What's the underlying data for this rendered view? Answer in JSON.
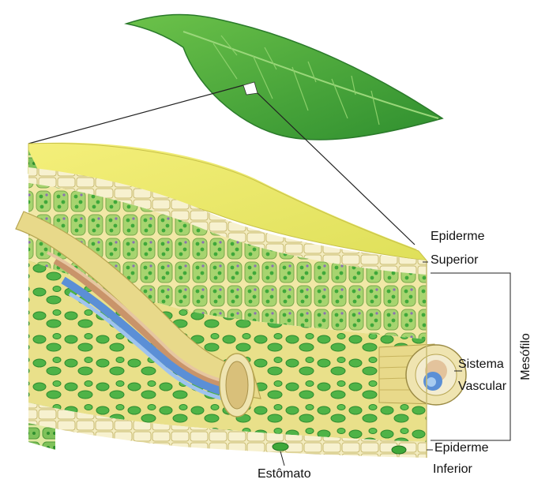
{
  "labels": {
    "epiderme_superior_line1": "Epiderme",
    "epiderme_superior_line2": "Superior",
    "sistema_vascular_line1": "Sistema",
    "sistema_vascular_line2": "Vascular",
    "mesofilo": "Mesófilo",
    "epiderme_inferior_line1": "Epiderme",
    "epiderme_inferior_line2": "Inferior",
    "estomato": "Estômato"
  },
  "colors": {
    "leaf": "#4caf3a",
    "leaf_dark": "#2e8b2e",
    "epidermis": "#f2e79a",
    "cuticle_top": "#e6e24a",
    "mesophyll_cell": "#9ccf6a",
    "chloroplast": "#3fa83a",
    "xylem": "#5b8fd6",
    "phloem": "#c9946a",
    "bundle_sheath": "#e8d98a"
  }
}
